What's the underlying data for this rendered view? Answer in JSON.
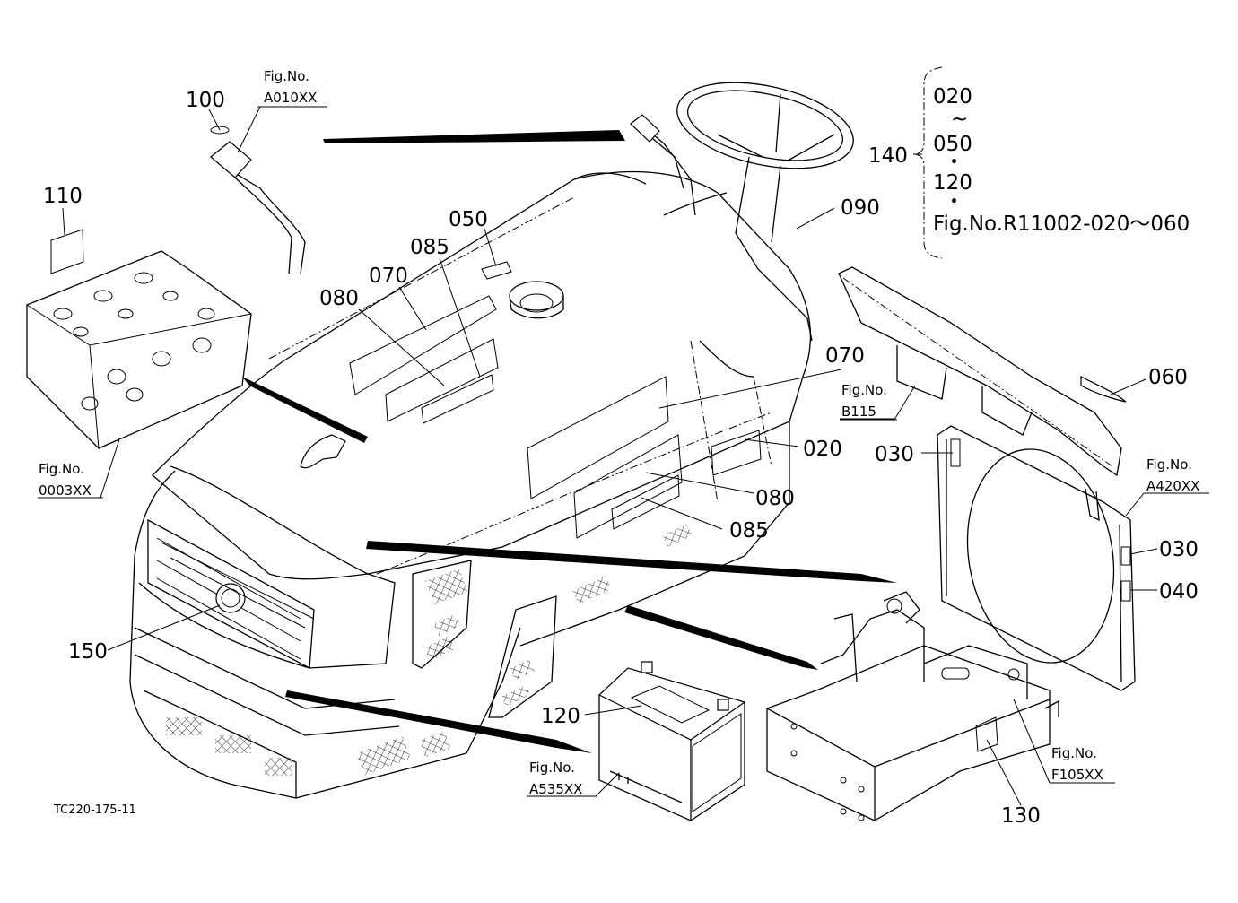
{
  "drawing_code": "TC220-175-11",
  "labels": {
    "p100": "100",
    "p110": "110",
    "p050": "050",
    "p085_top": "085",
    "p070_top": "070",
    "p080_top": "080",
    "p090": "090",
    "p140": "140",
    "p070_side": "070",
    "p060": "060",
    "p020": "020",
    "p030_top": "030",
    "p080_side": "080",
    "p085_side": "085",
    "p030_right": "030",
    "p040": "040",
    "p150": "150",
    "p120": "120",
    "p130": "130"
  },
  "group_140": {
    "line1": "020",
    "line2": "~",
    "line3": "050",
    "line4": "・",
    "line5": "120",
    "line6": "・",
    "line7": "Fig.No.R11002-020～060"
  },
  "fig_refs": {
    "a010": {
      "caption": "Fig.No.",
      "code": "A010XX"
    },
    "r0003": {
      "caption": "Fig.No.",
      "code": "0003XX"
    },
    "b115": {
      "caption": "Fig.No.",
      "code": "B115"
    },
    "a420": {
      "caption": "Fig.No.",
      "code": "A420XX"
    },
    "a535": {
      "caption": "Fig.No.",
      "code": "A535XX"
    },
    "f105": {
      "caption": "Fig.No.",
      "code": "F105XX"
    }
  }
}
